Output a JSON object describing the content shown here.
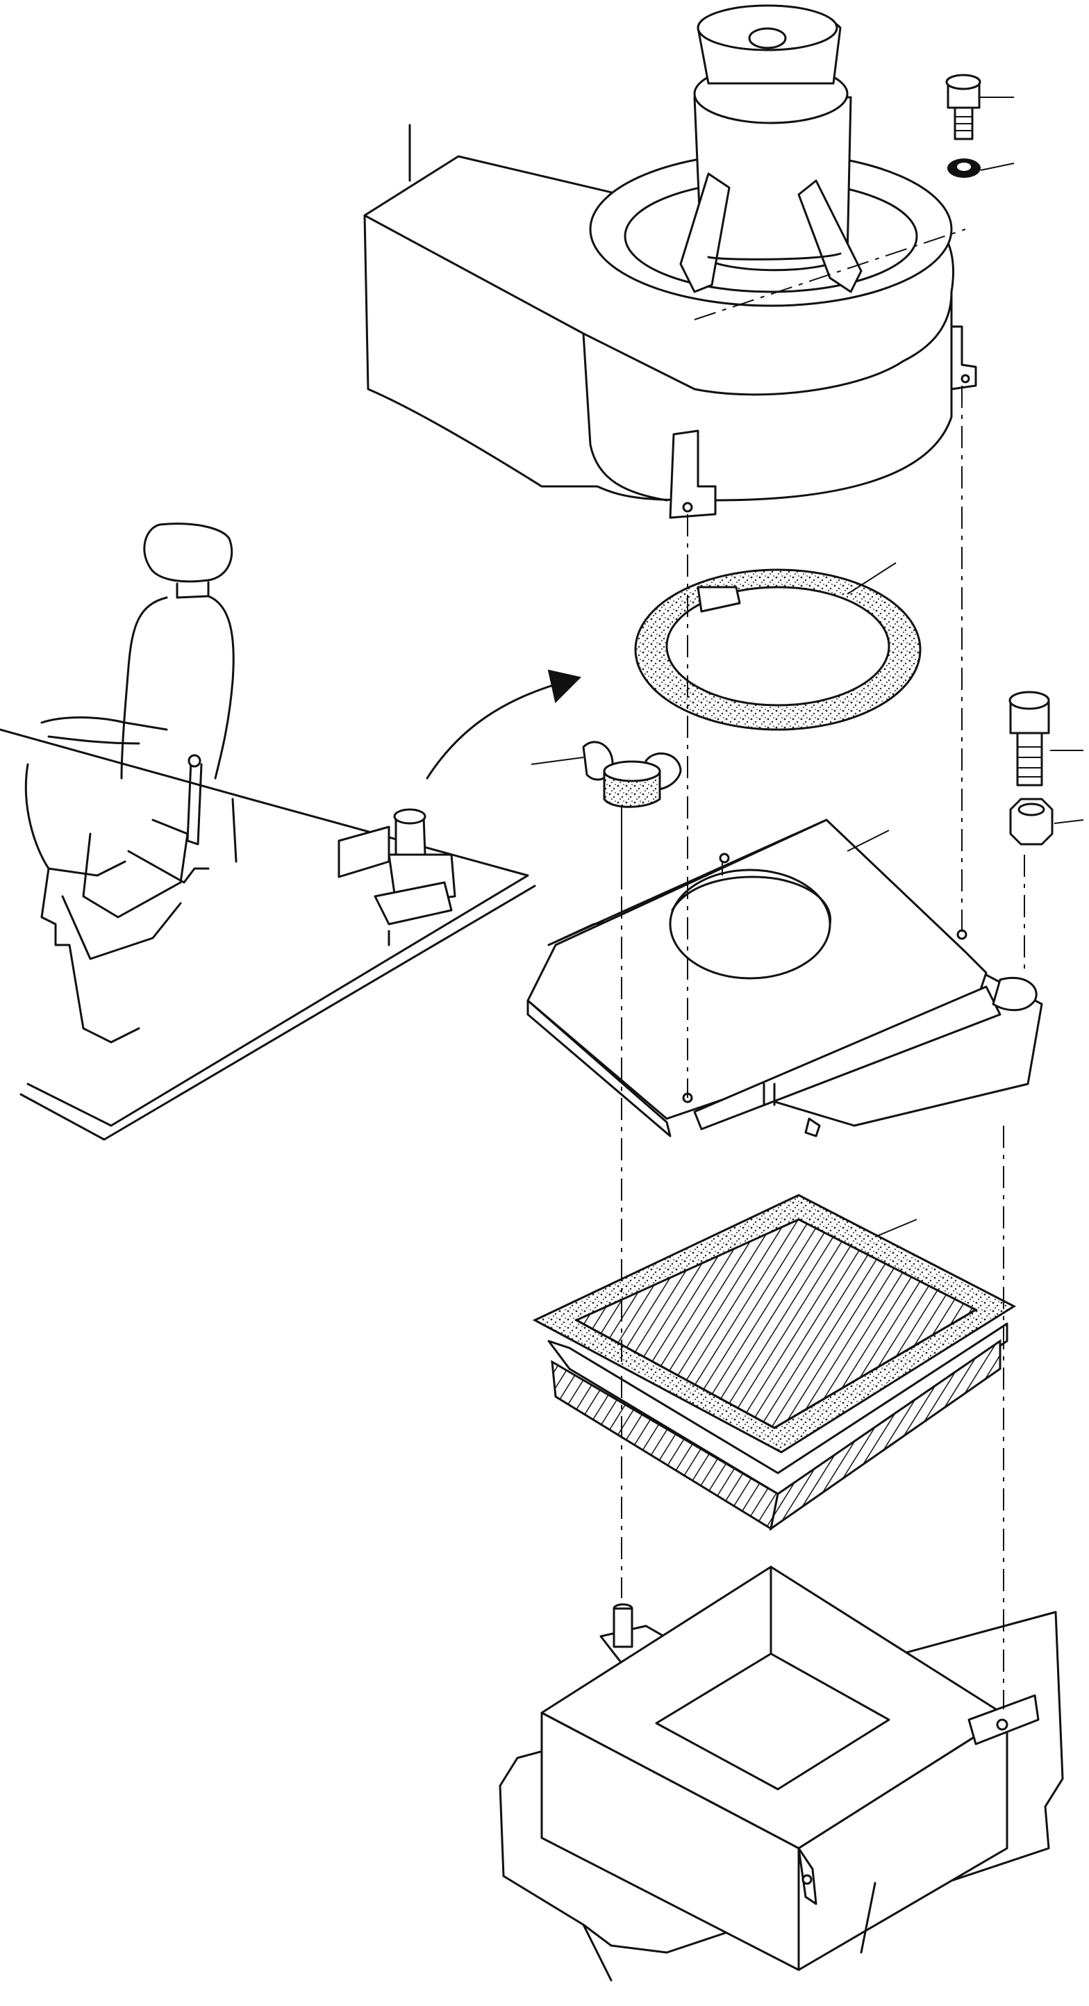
{
  "figure": {
    "kind": "exploded-assembly-illustration",
    "label_text": []
  },
  "parts": [
    {
      "id": "blower-motor",
      "icon": "blower-motor-icon"
    },
    {
      "id": "bolt-top",
      "icon": "bolt-icon"
    },
    {
      "id": "washer-top",
      "icon": "washer-icon"
    },
    {
      "id": "seal-ring",
      "icon": "foam-ring-icon"
    },
    {
      "id": "wing-nut",
      "icon": "wing-nut-icon"
    },
    {
      "id": "bolt-right",
      "icon": "bolt-icon"
    },
    {
      "id": "nut-right",
      "icon": "hex-nut-icon"
    },
    {
      "id": "mounting-plate",
      "icon": "plate-icon"
    },
    {
      "id": "air-filter",
      "icon": "filter-icon"
    },
    {
      "id": "filter-housing",
      "icon": "housing-box-icon"
    },
    {
      "id": "operator-cab",
      "icon": "seat-cab-icon"
    }
  ],
  "colors": {
    "line": "#111111",
    "background": "#ffffff"
  }
}
